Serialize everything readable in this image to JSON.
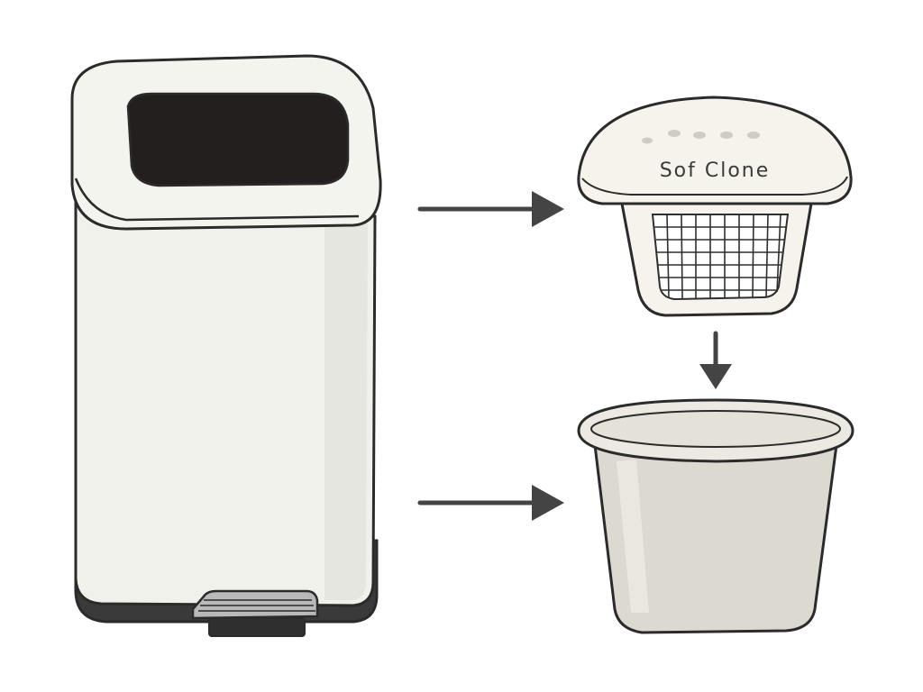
{
  "lid": {
    "label": "Sof Clone"
  },
  "colors": {
    "outline": "#2b2b2b",
    "bin_body": "#f1f1ec",
    "bin_shade": "#e6e6e0",
    "bin_opening": "#231f1e",
    "bin_base": "#3a3a3a",
    "pedal": "#b9b9b9",
    "lid_top": "#f5f3ec",
    "basket_mesh": "#2f2f2f",
    "bucket": "#dcd9d1",
    "bucket_inner": "#e8e5de",
    "arrow": "#444444"
  },
  "icons": {
    "bin": "pedal-trash-bin",
    "lid": "vented-lid-with-mesh-basket",
    "bucket": "inner-bucket",
    "arrows": "flow-arrow"
  }
}
